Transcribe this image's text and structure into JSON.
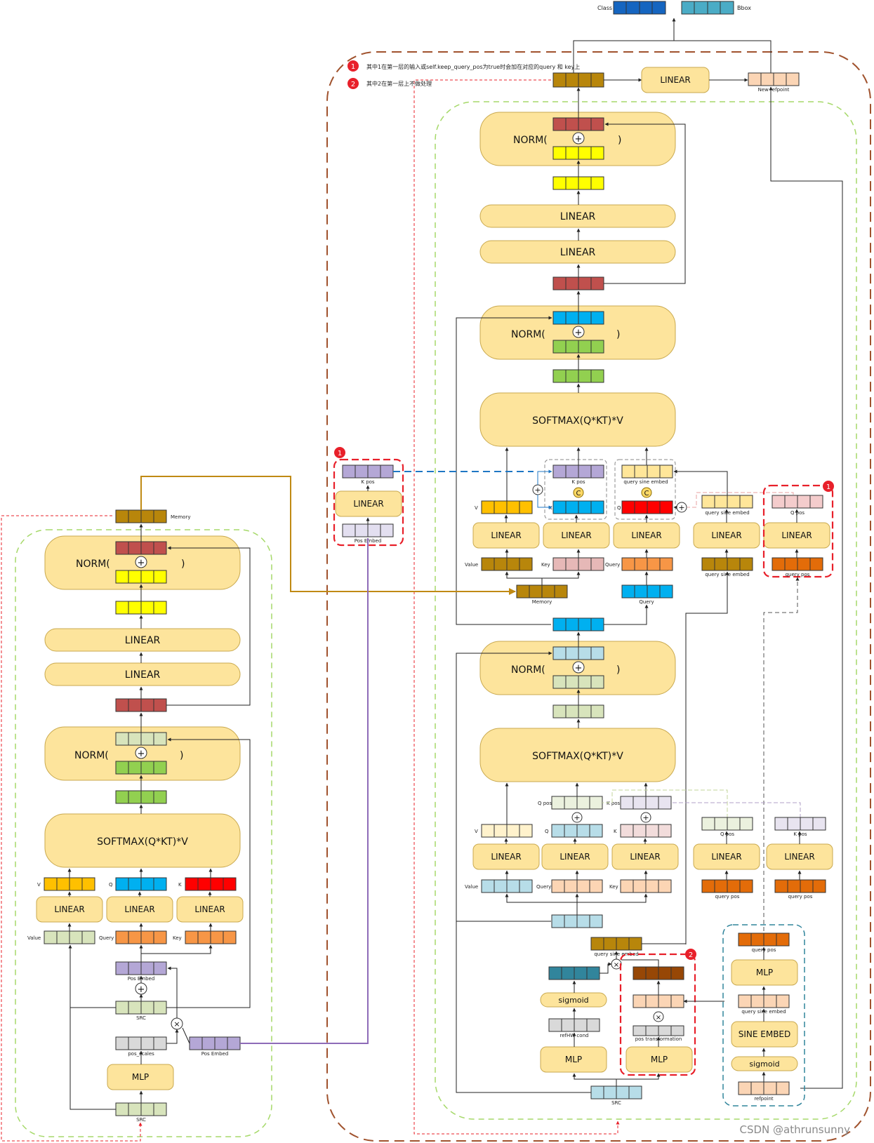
{
  "header": {
    "class_label": "Class",
    "bbox_label": "Bbox"
  },
  "notes": {
    "n1": "其中1在第一层的输入或self.keep_query_pos为true时会加在对应的query 和 key上",
    "n2": "其中2在第一层上不做处理",
    "badge1": "1",
    "badge2": "2"
  },
  "encoder": {
    "memory": "Memory",
    "norm": "NORM(",
    "close": ")",
    "linear1": "LINEAR",
    "linear2": "LINEAR",
    "softmax": "SOFTMAX(Q*KT)*V",
    "v": "V",
    "q": "Q",
    "k": "K",
    "lin_v": "LINEAR",
    "lin_q": "LINEAR",
    "lin_k": "LINEAR",
    "value": "Value",
    "query": "Query",
    "key": "Key",
    "pos_embed": "Pos Embed",
    "src": "SRC",
    "pos_scales": "pos_scales",
    "mlp": "MLP",
    "src_bottom": "SRC",
    "pos_embed_side": "Pos Embed"
  },
  "kpos_block": {
    "k_pos": "K pos",
    "linear": "LINEAR",
    "pos_embed": "Pos Embed"
  },
  "decoder": {
    "linear_top": "LINEAR",
    "new_refpoint": "New refpoint",
    "norm1": "NORM(",
    "norm2": "NORM(",
    "norm3": "NORM(",
    "close": ")",
    "linear_a": "LINEAR",
    "linear_b": "LINEAR",
    "softmax1": "SOFTMAX(Q*KT)*V",
    "softmax2": "SOFTMAX(Q*KT)*V",
    "ca": {
      "k_pos": "K pos",
      "query_sine_embed": "query sine embed",
      "v": "V",
      "k": "K",
      "q": "Q",
      "lin1": "LINEAR",
      "lin2": "LINEAR",
      "lin3": "LINEAR",
      "lin4": "LINEAR",
      "lin5": "LINEAR",
      "value": "Value",
      "key": "Key",
      "query": "Query",
      "qse_top": "query sine embed",
      "qse_bottom": "query sine embed",
      "q_pos": "Q pos",
      "query_pos": "query pos",
      "memory": "Memory",
      "query_box": "Query"
    },
    "sa": {
      "q_pos": "Q pos",
      "k_pos": "K pos",
      "v": "V",
      "q": "Q",
      "k": "K",
      "lin1": "LINEAR",
      "lin2": "LINEAR",
      "lin3": "LINEAR",
      "lin4": "LINEAR",
      "lin5": "LINEAR",
      "value": "Value",
      "query": "Query",
      "key": "Key",
      "q_pos2": "Q pos",
      "k_pos2": "K pos",
      "query_pos1": "query pos",
      "query_pos2": "query pos"
    },
    "bottom": {
      "qse": "query sine embed",
      "sigmoid": "sigmoid",
      "refhw": "refHW cond",
      "mlp1": "MLP",
      "pos_trans": "pos transformation",
      "mlp2": "MLP",
      "src": "SRC",
      "query_pos": "query pos",
      "mlp3": "MLP",
      "qse_small": "query sine embed",
      "sine_embed": "SINE EMBED",
      "sigmoid2": "sigmoid",
      "refpoint": "refpoint"
    }
  },
  "watermark": "CSDN @athrunsunny",
  "colors": {
    "yellow_box": "#fde49c",
    "red_dash": "#e8202a",
    "green_dash": "#a6d96a",
    "brown_dash": "#a0522d",
    "blue_line": "#1f77c4",
    "gold_line": "#c08a14",
    "purple_line": "#8e6bb8"
  }
}
